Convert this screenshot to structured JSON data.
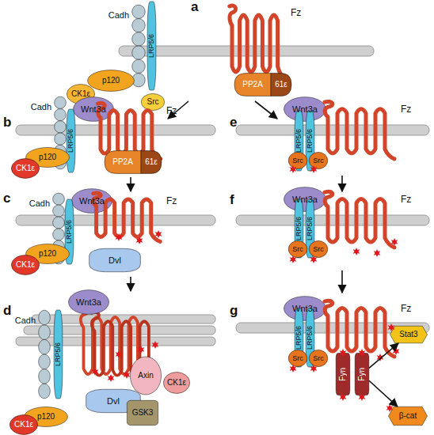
{
  "diagram": {
    "nodes": [
      {
        "text": [
          "Cadh"
        ]
      },
      {
        "text": [
          "LRP5/6"
        ]
      },
      {
        "text": [
          "p120"
        ]
      },
      {
        "text": [
          "CK1ε"
        ]
      },
      {
        "text": [
          "Src"
        ]
      },
      {
        "text": [
          "Fz"
        ]
      },
      {
        "text": [
          "PP2A",
          "61ε"
        ]
      },
      {
        "text": [
          "Wnt3a"
        ]
      },
      {
        "text": [
          "Cadh"
        ]
      },
      {
        "text": [
          "LRP5/6"
        ]
      },
      {
        "text": [
          "Fz"
        ]
      },
      {
        "text": [
          "p120"
        ]
      },
      {
        "text": [
          "CK1ε"
        ]
      },
      {
        "text": [
          "PP2A",
          "61ε"
        ]
      },
      {
        "text": [
          "Wnt3a"
        ]
      },
      {
        "text": [
          "Cadh"
        ]
      },
      {
        "text": [
          "LRP5/6"
        ]
      },
      {
        "text": [
          "Fz"
        ]
      },
      {
        "text": [
          "p120"
        ]
      },
      {
        "text": [
          "CK1ε"
        ]
      },
      {
        "text": [
          "Dvl"
        ]
      },
      {
        "text": [
          "Wnt3a"
        ]
      },
      {
        "text": [
          "Cadh"
        ]
      },
      {
        "text": [
          "LRP5/6"
        ]
      },
      {
        "text": [
          "p120"
        ]
      },
      {
        "text": [
          "CK1ε"
        ]
      },
      {
        "text": [
          "Dvl"
        ]
      },
      {
        "text": [
          "Axin"
        ]
      },
      {
        "text": [
          "GSK3"
        ]
      },
      {
        "text": [
          "CK1ε"
        ]
      },
      {
        "text": [
          "Wnt3a"
        ]
      },
      {
        "text": [
          "LRP5/6"
        ]
      },
      {
        "text": [
          "LRP5/6"
        ]
      },
      {
        "text": [
          "Fz"
        ]
      },
      {
        "text": [
          "Src"
        ]
      },
      {
        "text": [
          "Src"
        ]
      },
      {
        "text": [
          "Wnt3a"
        ]
      },
      {
        "text": [
          "LRP5/6"
        ]
      },
      {
        "text": [
          "LRP5/6"
        ]
      },
      {
        "text": [
          "Fz"
        ]
      },
      {
        "text": [
          "Src"
        ]
      },
      {
        "text": [
          "Src"
        ]
      },
      {
        "text": [
          "Wnt3a"
        ]
      },
      {
        "text": [
          "LRP5/6"
        ]
      },
      {
        "text": [
          "LRP5/6"
        ]
      },
      {
        "text": [
          "Fz"
        ]
      },
      {
        "text": [
          "Src"
        ]
      },
      {
        "text": [
          "Src"
        ]
      },
      {
        "text": [
          "Fyn"
        ]
      },
      {
        "text": [
          "Fyn"
        ]
      },
      {
        "text": [
          "Stat3"
        ]
      },
      {
        "text": [
          "β-cat"
        ]
      }
    ],
    "edges": [
      {
        "from": 49,
        "to": 50,
        "arrow": "to"
      },
      {
        "from": 49,
        "to": 51,
        "arrow": "to"
      }
    ],
    "labels": [
      "a",
      "b",
      "c",
      "d",
      "e",
      "f",
      "g"
    ]
  }
}
